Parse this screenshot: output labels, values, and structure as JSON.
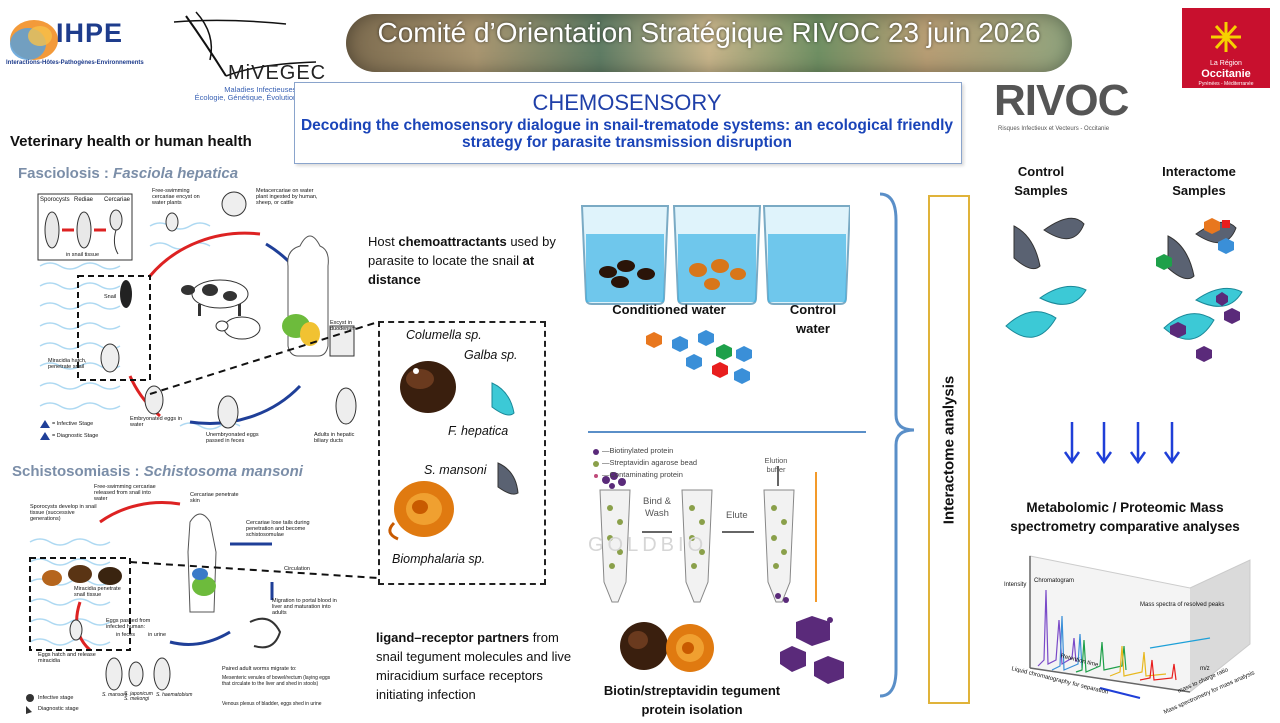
{
  "header": {
    "ihpe_logo": "IHPE",
    "ihpe_caption": "Interactions-Hôtes-Pathogènes-Environnements",
    "mivegec_logo": "MiVEGEC",
    "mivegec_caption_1": "Maladies Infectieuses et Vecteurs",
    "mivegec_caption_2": "Écologie, Génétique, Évolution et Contrôle",
    "banner_title": "Comité d’Orientation Stratégique RIVOC 23 juin 2026",
    "occitanie_line1": "La Région",
    "occitanie_line2": "Occitanie",
    "occitanie_line3": "Pyrénées - Méditerranée",
    "rivoc_logo": "RIVOC",
    "rivoc_caption": "Risques Infectieux et Vecteurs - Occitanie"
  },
  "title": {
    "main": "CHEMOSENSORY",
    "sub": "Decoding the chemosensory dialogue in snail-trematode systems: an ecological friendly strategy for parasite transmission disruption"
  },
  "left": {
    "vet_label": "Veterinary health or human health",
    "fasciolosis_prefix": "Fasciolosis : ",
    "fasciolosis_species": "Fasciola hepatica",
    "schisto_prefix": "Schistosomiasis : ",
    "schisto_species": "Schistosoma mansoni",
    "fasc_labels": {
      "sporocysts": "Sporocysts",
      "rediae": "Rediae",
      "cercariae": "Cercariae",
      "in_snail": "in snail tissue",
      "free_swimming": "Free-swimming cercariae encyst on water plants",
      "metacercariae": "Metacercariae on water plant ingested by human, sheep, or cattle",
      "snail": "Snail",
      "miracidia": "Miracidia hatch, penetrate snail",
      "embryonated": "Embryonated eggs in water",
      "unembryonated": "Unembryonated eggs passed in feces",
      "excyst": "Excyst in duodenum",
      "adults": "Adults in hepatic biliary ducts",
      "infective": "= Infective Stage",
      "diagnostic": "= Diagnostic Stage"
    },
    "schisto_labels": {
      "free_swimming": "Free-swimming cercariae released from snail into water",
      "cercariae_penetrate": "Cercariae penetrate skin",
      "sporocysts": "Sporocysts develop in snail tissue (successive generations)",
      "cercariae_lose": "Cercariae lose tails during penetration and become schistosomulae",
      "circulation": "Circulation",
      "miracidia": "Miracidia penetrate snail tissue",
      "eggs_passed": "Eggs passed from infected human:",
      "in_feces": "in feces",
      "in_urine": "in urine",
      "eggs_hatch": "Eggs hatch and release miracidia",
      "migration": "Migration to portal blood in liver and maturation into adults",
      "paired": "Paired adult worms migrate to:",
      "mesenteric": "Mesenteric venules of bowel/rectum (laying eggs that circulate to the liver and shed in stools)",
      "venous": "Venous plexus of bladder, eggs shed in urine",
      "s_mansoni": "S. mansoni",
      "s_japonicum": "S. japonicum S. mekongi",
      "s_haematobium": "S. haematobium",
      "infective": "Infective stage",
      "diagnostic": "Diagnostic stage"
    }
  },
  "middle": {
    "host_text_1": "Host ",
    "host_text_bold": "chemoattractants",
    "host_text_2": " used by parasite to  locate the snail ",
    "host_text_bold2": "at distance",
    "columella": "Columella sp.",
    "galba": "Galba sp.",
    "f_hepatica": "F. hepatica",
    "s_mansoni": "S. mansoni",
    "biomphalaria": "Biomphalaria sp.",
    "ligand_bold": "ligand–receptor partners",
    "ligand_text": " from snail tegument molecules and live miracidium surface receptors initiating infection"
  },
  "center": {
    "conditioned_water": "Conditioned water",
    "control_water_1": "Control",
    "control_water_2": "water",
    "legend_biotinylated": "—Biotinylated protein",
    "legend_streptavidin": "—Streptavidin agarose bead",
    "legend_contaminating": "—Contaminating protein",
    "bind_wash": "Bind & Wash",
    "elute": "Elute",
    "elution_buffer": "Elution buffer",
    "watermark": "GOLDBIO",
    "biotin_caption_1": "Biotin/streptavidin tegument",
    "biotin_caption_2": "protein isolation"
  },
  "right": {
    "interactome_analysis": "Interactome analysis",
    "control_samples_1": "Control",
    "control_samples_2": "Samples",
    "interactome_samples_1": "Interactome",
    "interactome_samples_2": "Samples",
    "metabolomic_1": "Metabolomic / Proteomic Mass",
    "metabolomic_2": "spectrometry comparative analyses",
    "ms_intensity": "Intensity",
    "ms_chromatogram": "Chromatogram",
    "ms_mass_spectra": "Mass spectra of resolved peaks",
    "ms_retention": "Retention time",
    "ms_lc": "Liquid chromatography for separation",
    "ms_mz": "m/z",
    "ms_mass_ratio": "mass to charge ratio",
    "ms_mass_spec": "Mass spectrometry for mass analysis"
  }
}
